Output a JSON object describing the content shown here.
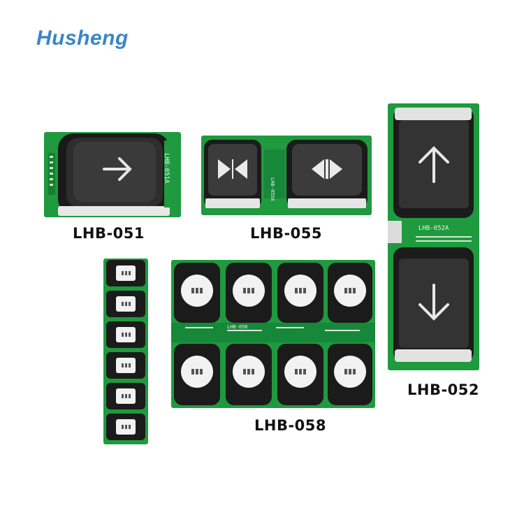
{
  "brand": {
    "name": "Husheng",
    "color": "#3a86c8"
  },
  "colors": {
    "pcb": "#1f9a3e",
    "pcb_dark": "#14732c",
    "button": "#2a2a2a",
    "lens": "#f4f4f4"
  },
  "products": [
    {
      "model": "LHB-051",
      "silk": "LHB-051A",
      "icon": "arrow-right-icon"
    },
    {
      "model": "LHB-055",
      "silk": "LHB-055A",
      "icons": [
        "door-close-icon",
        "door-open-icon"
      ]
    },
    {
      "model": "LHB-052",
      "silk": "LHB-052A",
      "icons": [
        "arrow-up-icon",
        "arrow-down-icon"
      ]
    },
    {
      "model": "LHB-058",
      "silk": "LHB-058",
      "buttons": 8
    }
  ],
  "side_strip": {
    "buttons": 6
  }
}
